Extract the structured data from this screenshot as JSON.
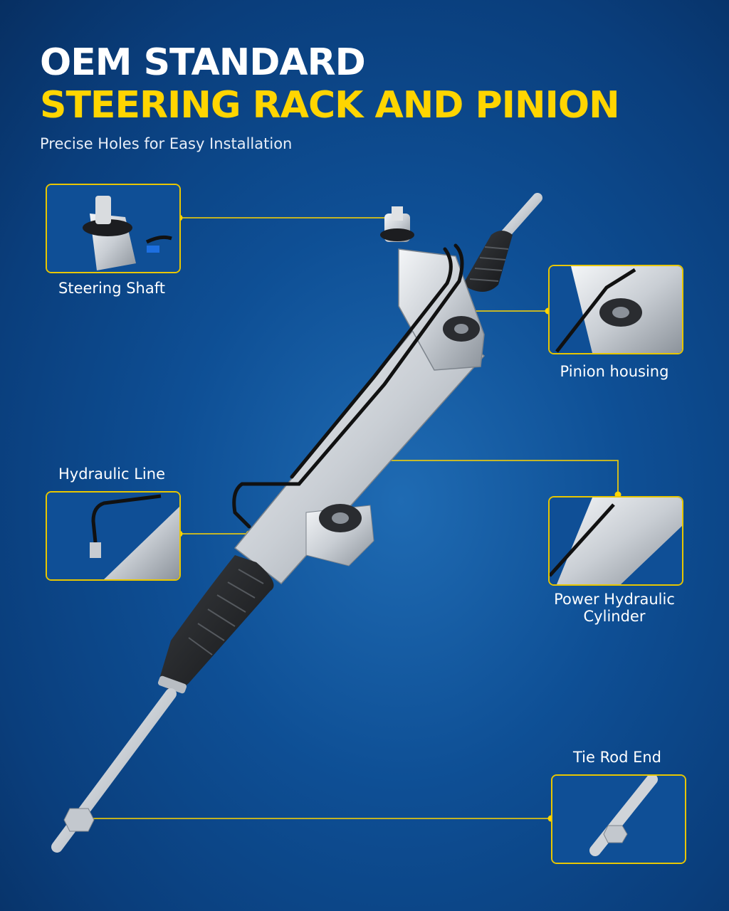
{
  "header": {
    "line1": "OEM STANDARD",
    "line2": "STEERING RACK AND PINION",
    "subtitle": "Precise Holes for Easy Installation"
  },
  "callouts": {
    "steering_shaft": "Steering Shaft",
    "pinion_housing": "Pinion housing",
    "hydraulic_line": "Hydraulic Line",
    "power_cylinder_line1": "Power Hydraulic",
    "power_cylinder_line2": "Cylinder",
    "tie_rod_end": "Tie Rod End"
  },
  "colors": {
    "accent_yellow": "#ffd500",
    "background_blue": "#0e4f95",
    "text_white": "#ffffff"
  }
}
